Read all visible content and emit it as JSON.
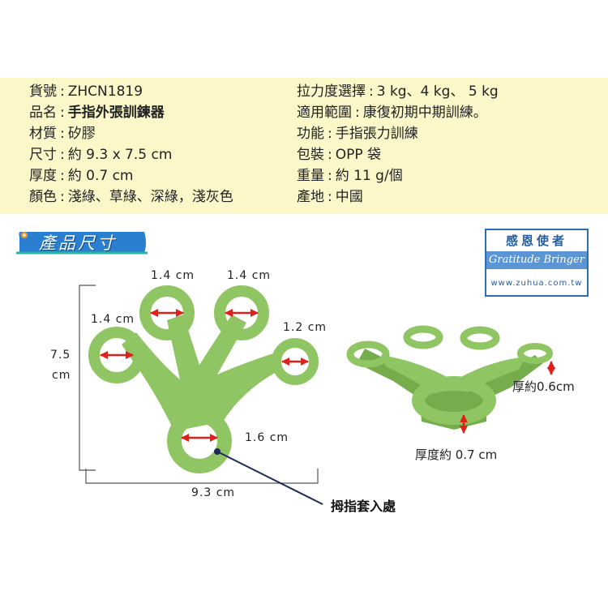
{
  "specs_left": [
    {
      "key": "貨號",
      "value": "ZHCN1819",
      "bold": false
    },
    {
      "key": "品名",
      "value": "手指外張訓鍊器",
      "bold": true
    },
    {
      "key": "材質",
      "value": "矽膠",
      "bold": false
    },
    {
      "key": "尺寸",
      "value": "約 9.3 x 7.5  cm",
      "bold": false
    },
    {
      "key": "厚度",
      "value": "約 0.7 cm",
      "bold": false
    },
    {
      "key": "顏色",
      "value": "淺綠、草綠、深綠，淺灰色",
      "bold": false
    }
  ],
  "specs_right": [
    {
      "key": "拉力度選擇",
      "value": "3 kg、4 kg、 5 kg"
    },
    {
      "key": "適用範圍",
      "value": "康復初期中期訓練。"
    },
    {
      "key": "功能",
      "value": "手指張力訓練"
    },
    {
      "key": "包裝",
      "value": "OPP 袋"
    },
    {
      "key": "重量",
      "value": "約 11 g/個"
    },
    {
      "key": "產地",
      "value": "中國"
    }
  ],
  "separator": ":",
  "section_title": "產品尺寸",
  "logo": {
    "title": "感恩使者",
    "script": "Gratitude Bringer",
    "url": "www.zuhua.com.tw"
  },
  "dimensions": {
    "ring_top_left": "1.4  cm",
    "ring_top_right": "1.4  cm",
    "ring_left": "1.4  cm",
    "ring_right": "1.2  cm",
    "ring_thumb": "1.6  cm",
    "height_value": "7.5",
    "height_unit": "cm",
    "width": "9.3  cm"
  },
  "callout": "拇指套入處",
  "side_view": {
    "thickness_finger": "厚約0.6cm",
    "thickness_total": "厚度約 0.7 cm"
  },
  "colors": {
    "band": "#fbf7c9",
    "product_green": "#8fc562",
    "product_green_dark": "#76ad4c",
    "arrow_red": "#e0201a",
    "tab_blue": "#2a7fd0",
    "logo_blue": "#1f5ea8"
  }
}
